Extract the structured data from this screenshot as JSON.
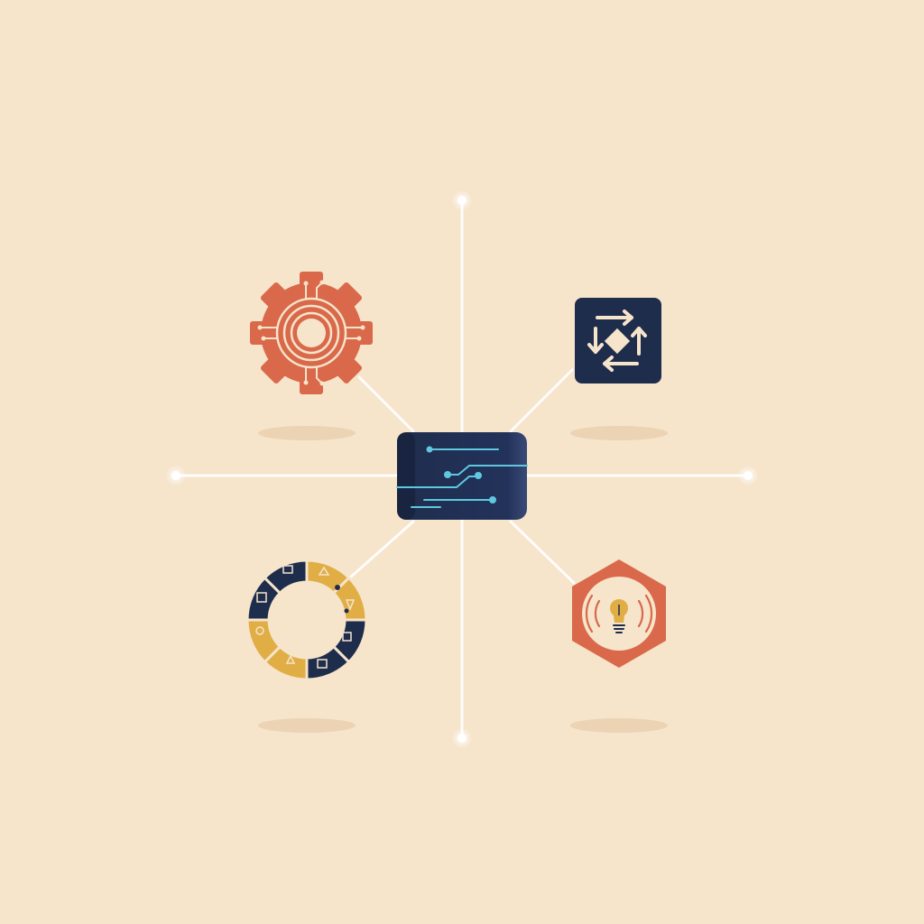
{
  "colors": {
    "background": "#F6E4CB",
    "connector": "#FFFFFF",
    "navy": "#1F2D4D",
    "navy_light": "#2E3F66",
    "orange": "#D9694A",
    "gold": "#E0AE45",
    "cream": "#F6E4CB",
    "circuit_cyan": "#5FC8E0",
    "shadow": "#E8CFB0"
  },
  "diagram": {
    "center_node": {
      "icon": "circuit-chip-icon"
    },
    "satellites": [
      {
        "position": "top-left",
        "icon": "circuit-gear-icon",
        "color": "#D9694A"
      },
      {
        "position": "top-right",
        "icon": "process-cycle-arrows-icon",
        "color": "#1F2D4D"
      },
      {
        "position": "bottom-left",
        "icon": "segmented-ring-icon",
        "color": "#E0AE45"
      },
      {
        "position": "bottom-right",
        "icon": "lightbulb-idea-icon",
        "color": "#D9694A"
      }
    ],
    "axis_endpoints": [
      "top",
      "bottom",
      "left",
      "right"
    ]
  }
}
